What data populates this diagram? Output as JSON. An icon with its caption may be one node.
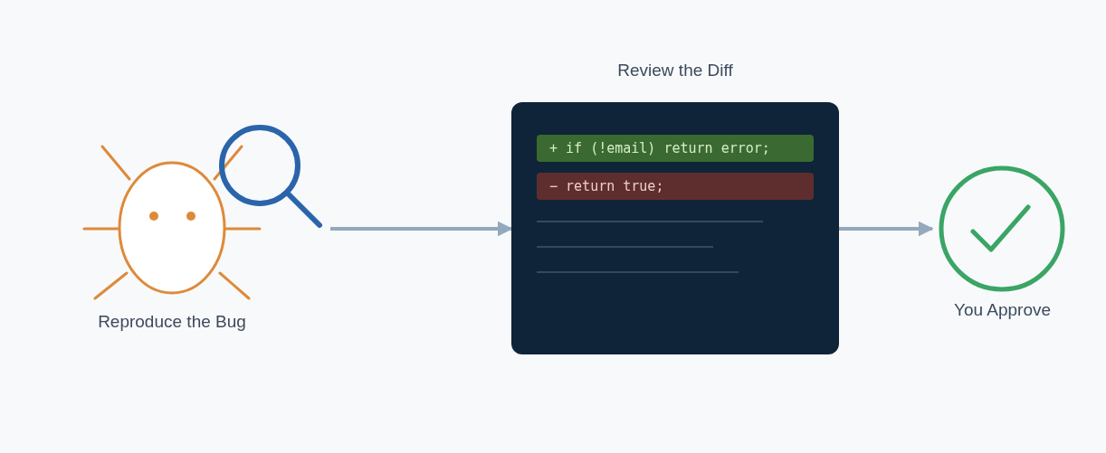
{
  "diagram": {
    "nodes": [
      {
        "text": [
          "Reproduce the Bug"
        ]
      },
      {
        "text": [
          "Review the Diff"
        ]
      },
      {
        "text": [
          "+ if (!email) return error;"
        ],
        "in": 1
      },
      {
        "text": [
          "− return true;"
        ],
        "in": 1
      },
      {
        "text": [
          "You Approve"
        ]
      }
    ],
    "edges": [
      {
        "from": 0,
        "to": 1,
        "arrow": "to"
      },
      {
        "from": 1,
        "to": 4,
        "arrow": "to"
      }
    ]
  }
}
